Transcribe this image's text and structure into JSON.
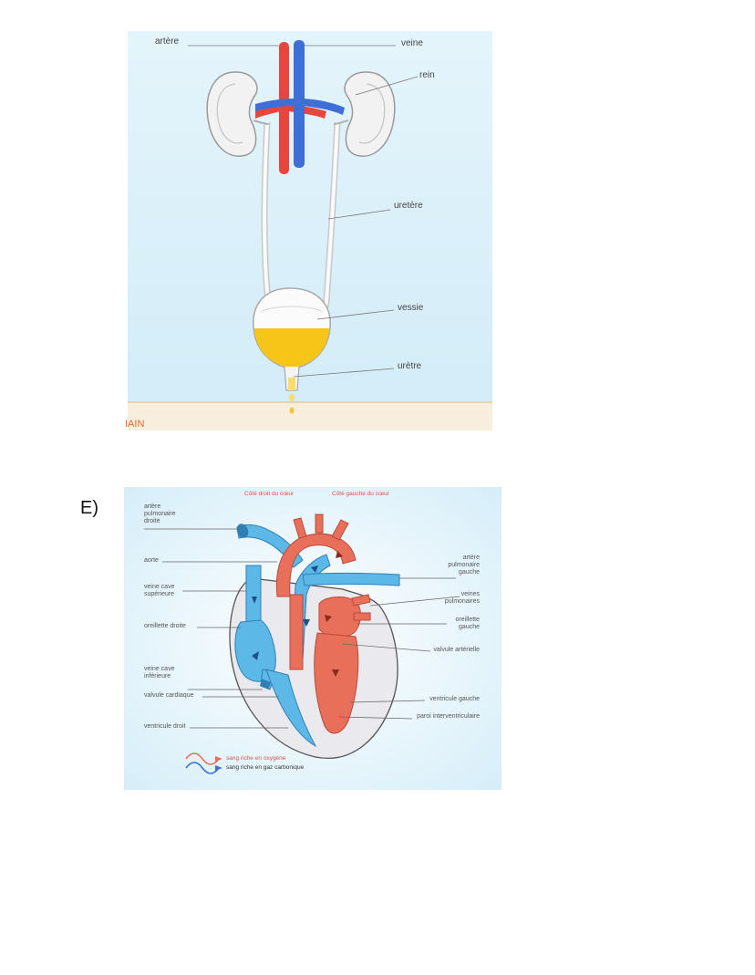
{
  "question": {
    "letter": "E)"
  },
  "urinary": {
    "corner_text": "IAIN",
    "labels": {
      "artere": "artère",
      "veine": "veine",
      "rein": "rein",
      "uretere": "uretère",
      "vessie": "vessie",
      "uretre": "urètre"
    }
  },
  "heart": {
    "header_right_side": "Côté droit du cœur",
    "header_left_side": "Côté gauche du cœur",
    "left_labels": {
      "artere_pulmonaire_droite": [
        "artère",
        "pulmonaire",
        "droite"
      ],
      "aorte": "aorte",
      "veine_cave_superieure": [
        "veine cave",
        "supérieure"
      ],
      "oreillette_droite": "oreillette droite",
      "veine_cave_inferieure": [
        "veine cave",
        "inférieure"
      ],
      "valvule_cardiaque": "valvule cardiaque",
      "ventricule_droit": "ventricule droit"
    },
    "right_labels": {
      "artere_pulmonaire_gauche": [
        "artère",
        "pulmonaire",
        "gauche"
      ],
      "veines_pulmonaires": [
        "veines",
        "pulmonaires"
      ],
      "oreillette_gauche": [
        "oreillette",
        "gauche"
      ],
      "valvule_arterielle": "valvule artérielle",
      "ventricule_gauche": "ventricule gauche",
      "paroi_interventriculaire": "paroi interventriculaire"
    },
    "legend": {
      "oxygen_rich": "sang riche en oxygène",
      "co2_rich": "sang riche en gaz carbonique"
    },
    "colors": {
      "oxygen_rich": "#e8705a",
      "co2_rich": "#5cb8e6"
    }
  }
}
